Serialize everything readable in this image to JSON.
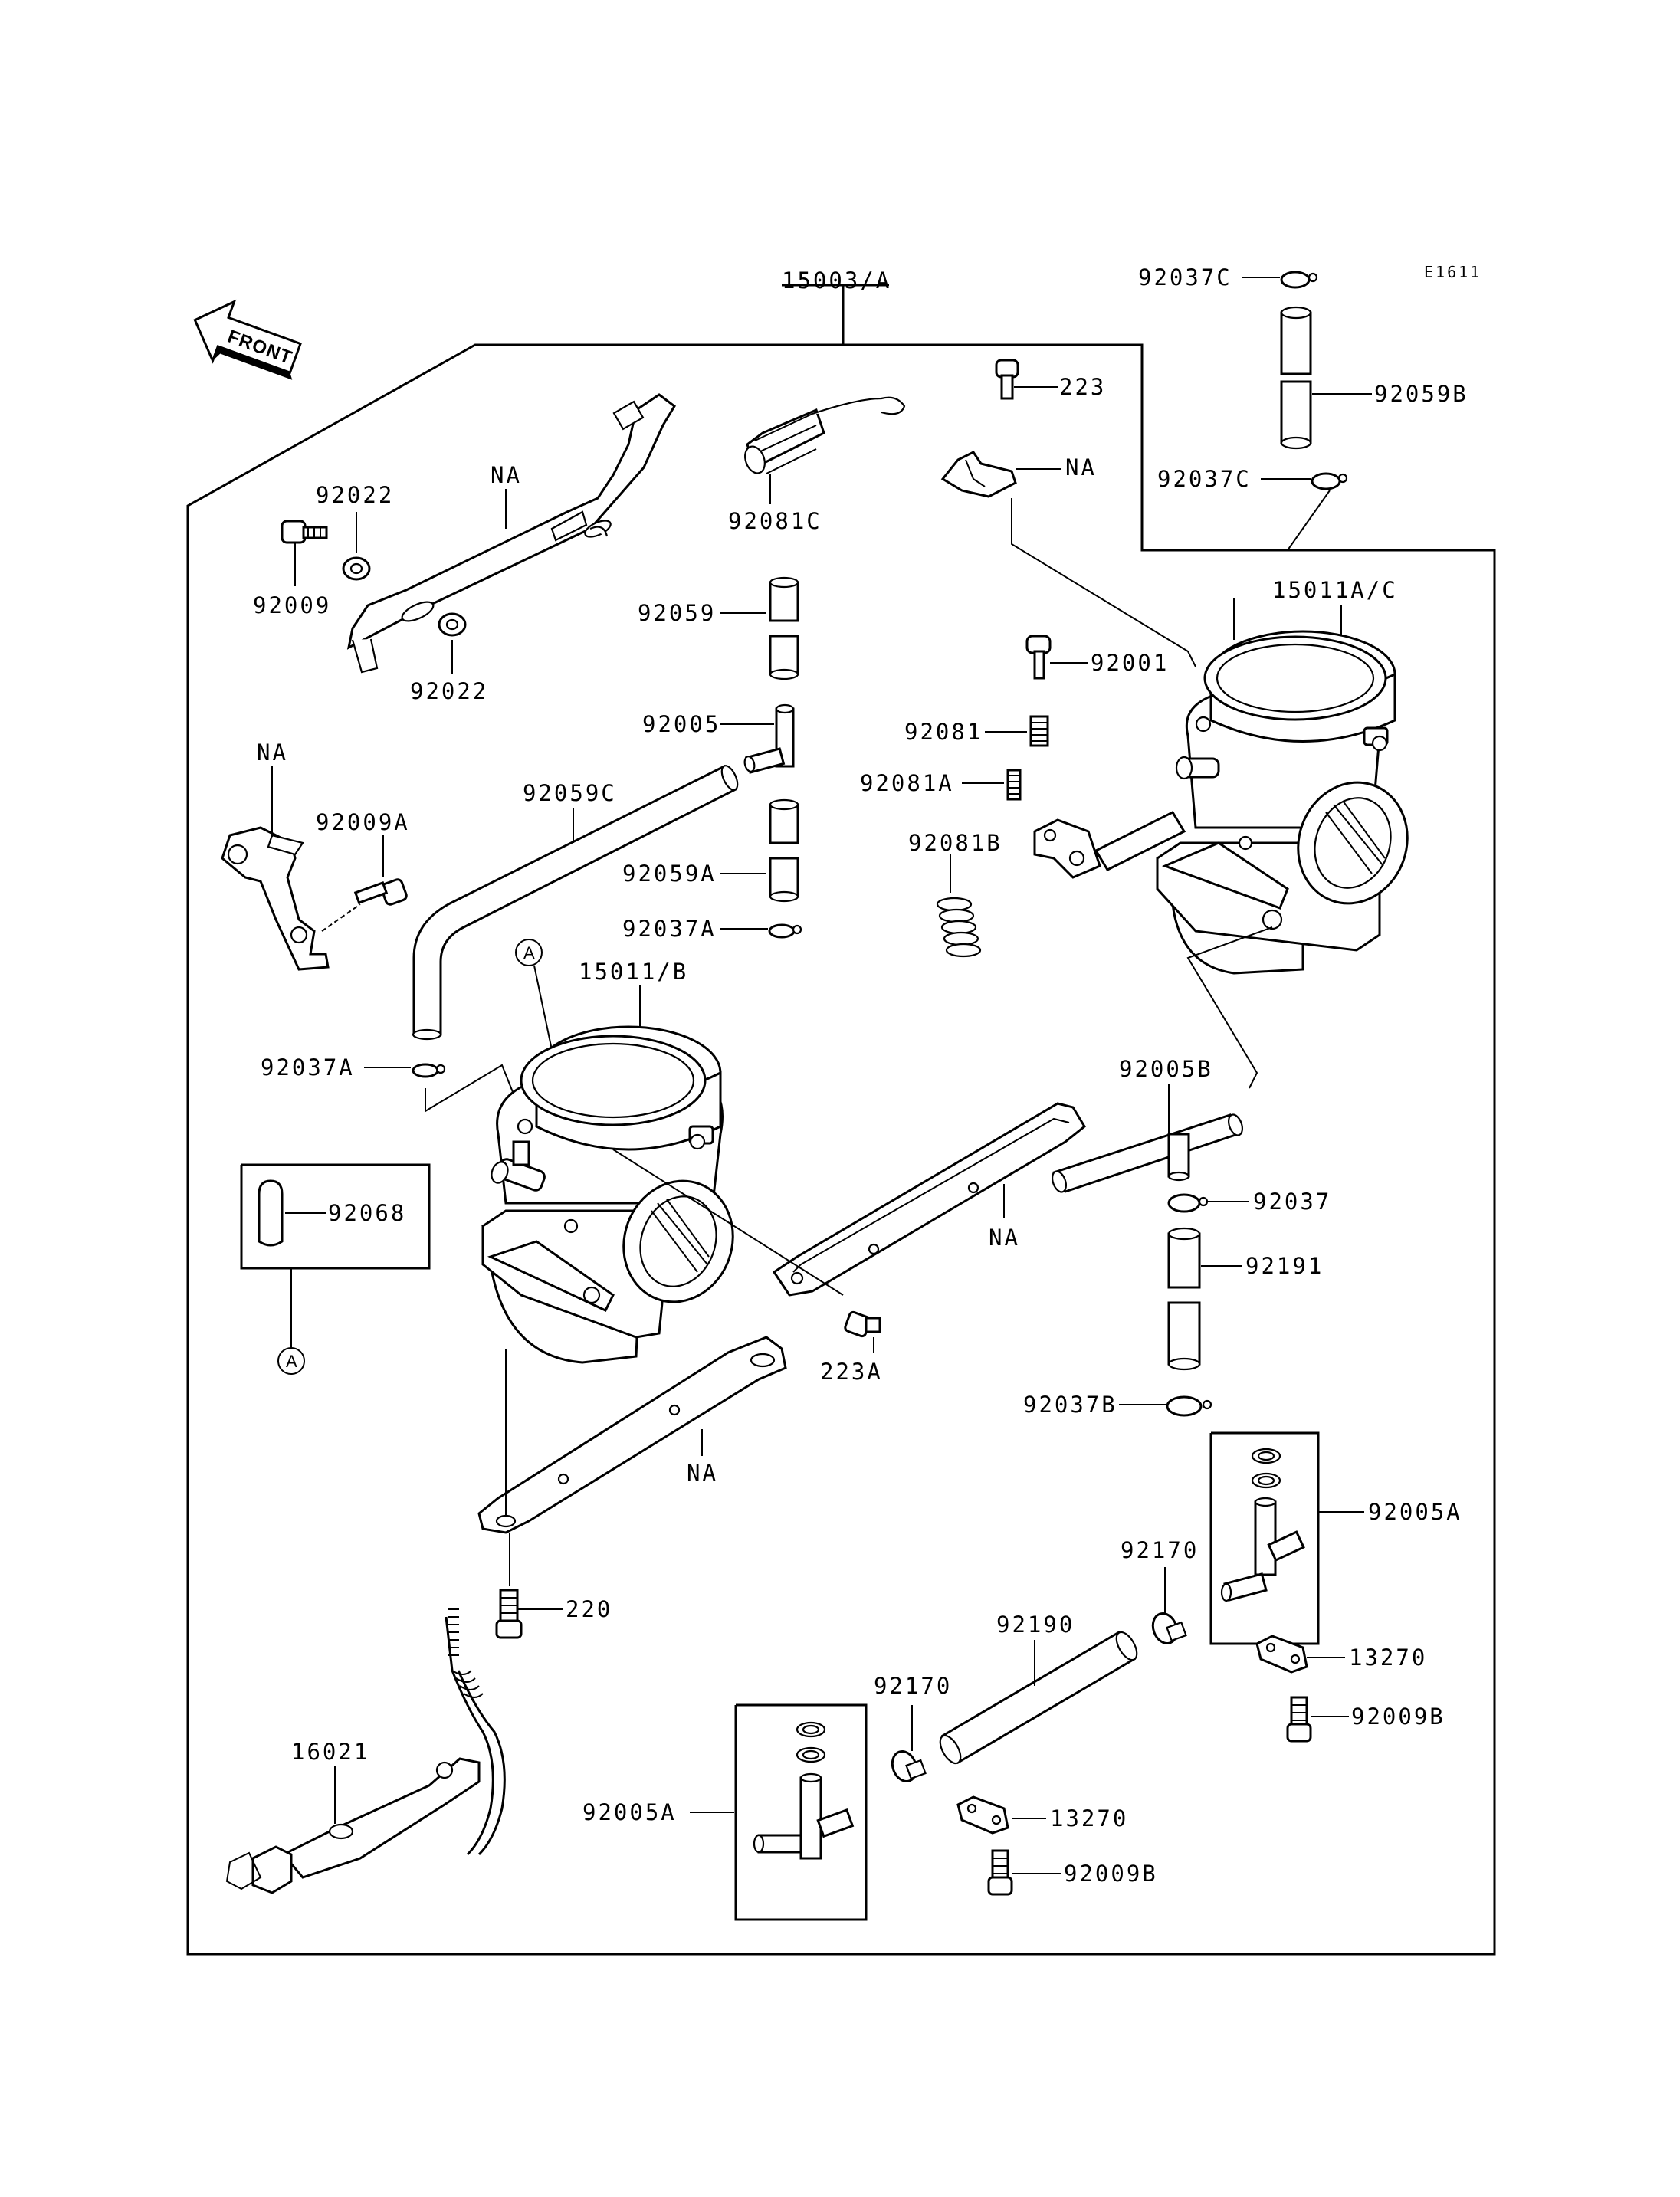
{
  "diagram_code": "E1611",
  "front_label": "FRONT",
  "callout_a": "A",
  "labels": {
    "assy": "15003/A",
    "carb_right": "15011A/C",
    "carb_left": "15011/B",
    "na_top_bracket": "NA",
    "na_small_bracket": "NA",
    "na_left_lever": "NA",
    "na_link_plate": "NA",
    "na_bottom_plate": "NA",
    "screw_223": "223",
    "screw_223a": "223A",
    "screw_220": "220",
    "hose_92059": "92059",
    "hose_92059a": "92059A",
    "hose_92059b": "92059B",
    "hose_92059c": "92059C",
    "fitting_92005": "92005",
    "fitting_92005b": "92005B",
    "fitting_92005a_right": "92005A",
    "fitting_92005a_left": "92005A",
    "clamp_92037a_mid": "92037A",
    "clamp_92037a_left": "92037A",
    "clamp_92037c_top": "92037C",
    "clamp_92037c_low": "92037C",
    "clamp_92037": "92037",
    "clamp_92037b": "92037B",
    "spring_92081c": "92081C",
    "spring_92081": "92081",
    "spring_92081a": "92081A",
    "spring_92081b": "92081B",
    "screw_92001": "92001",
    "washer_92022_top": "92022",
    "washer_92022_bottom": "92022",
    "screw_92009": "92009",
    "screw_92009a": "92009A",
    "screw_92009b_right": "92009B",
    "screw_92009b_left": "92009B",
    "cap_92068": "92068",
    "hose_92191": "92191",
    "hose_92190": "92190",
    "clamp_92170_right": "92170",
    "clamp_92170_left": "92170",
    "plate_13270_right": "13270",
    "plate_13270_left": "13270",
    "cable_16021": "16021"
  }
}
